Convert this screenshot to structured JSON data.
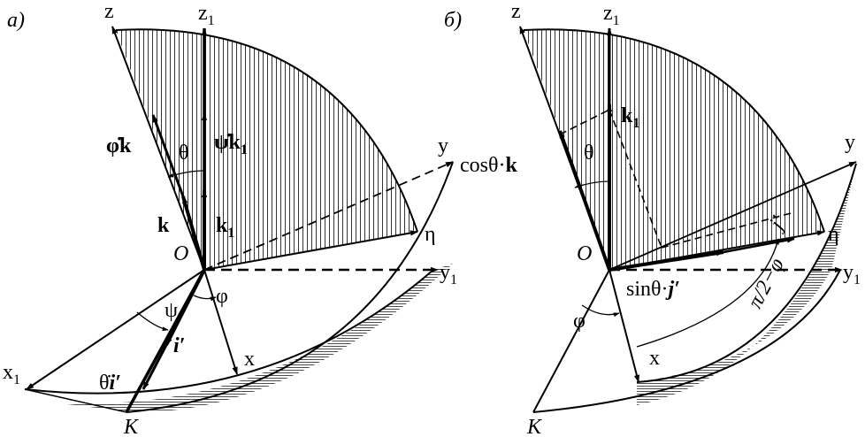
{
  "panels": [
    {
      "id": "a",
      "panel_label": "а)",
      "axes": {
        "z": "z",
        "z1": "z",
        "z1_sub": "1",
        "y": "y",
        "y1": "y",
        "y1_sub": "1",
        "x": "x",
        "x1": "x",
        "x1_sub": "1",
        "eta": "η",
        "origin": "O",
        "node": "K"
      },
      "vectors": {
        "phi_dot_k": "φ̇k",
        "psi_dot_k1": "ψ̇k",
        "psi_dot_k1_sub": "1",
        "k": "k",
        "k1": "k",
        "k1_sub": "1",
        "i_prime": "i′",
        "theta_dot_i_prime_a": "θ̇",
        "theta_dot_i_prime_b": "i′"
      },
      "angles": {
        "theta": "θ",
        "psi": "ψ",
        "phi": "φ"
      }
    },
    {
      "id": "b",
      "panel_label": "б)",
      "axes": {
        "z": "z",
        "z1": "z",
        "z1_sub": "1",
        "y": "y",
        "y1": "y",
        "y1_sub": "1",
        "x": "x",
        "eta": "η",
        "origin": "O",
        "node": "K"
      },
      "vectors": {
        "k1": "k",
        "k1_sub": "1",
        "cos_theta_k_a": "cosθ·",
        "cos_theta_k_b": "k",
        "sin_theta_j_a": "sinθ·",
        "sin_theta_j_b": "j′",
        "j_prime": "j′"
      },
      "angles": {
        "theta": "θ",
        "phi": "φ",
        "pi2_minus_phi": "π/2−φ"
      }
    }
  ],
  "colors": {
    "ink": "#000000",
    "paper": "#ffffff"
  }
}
